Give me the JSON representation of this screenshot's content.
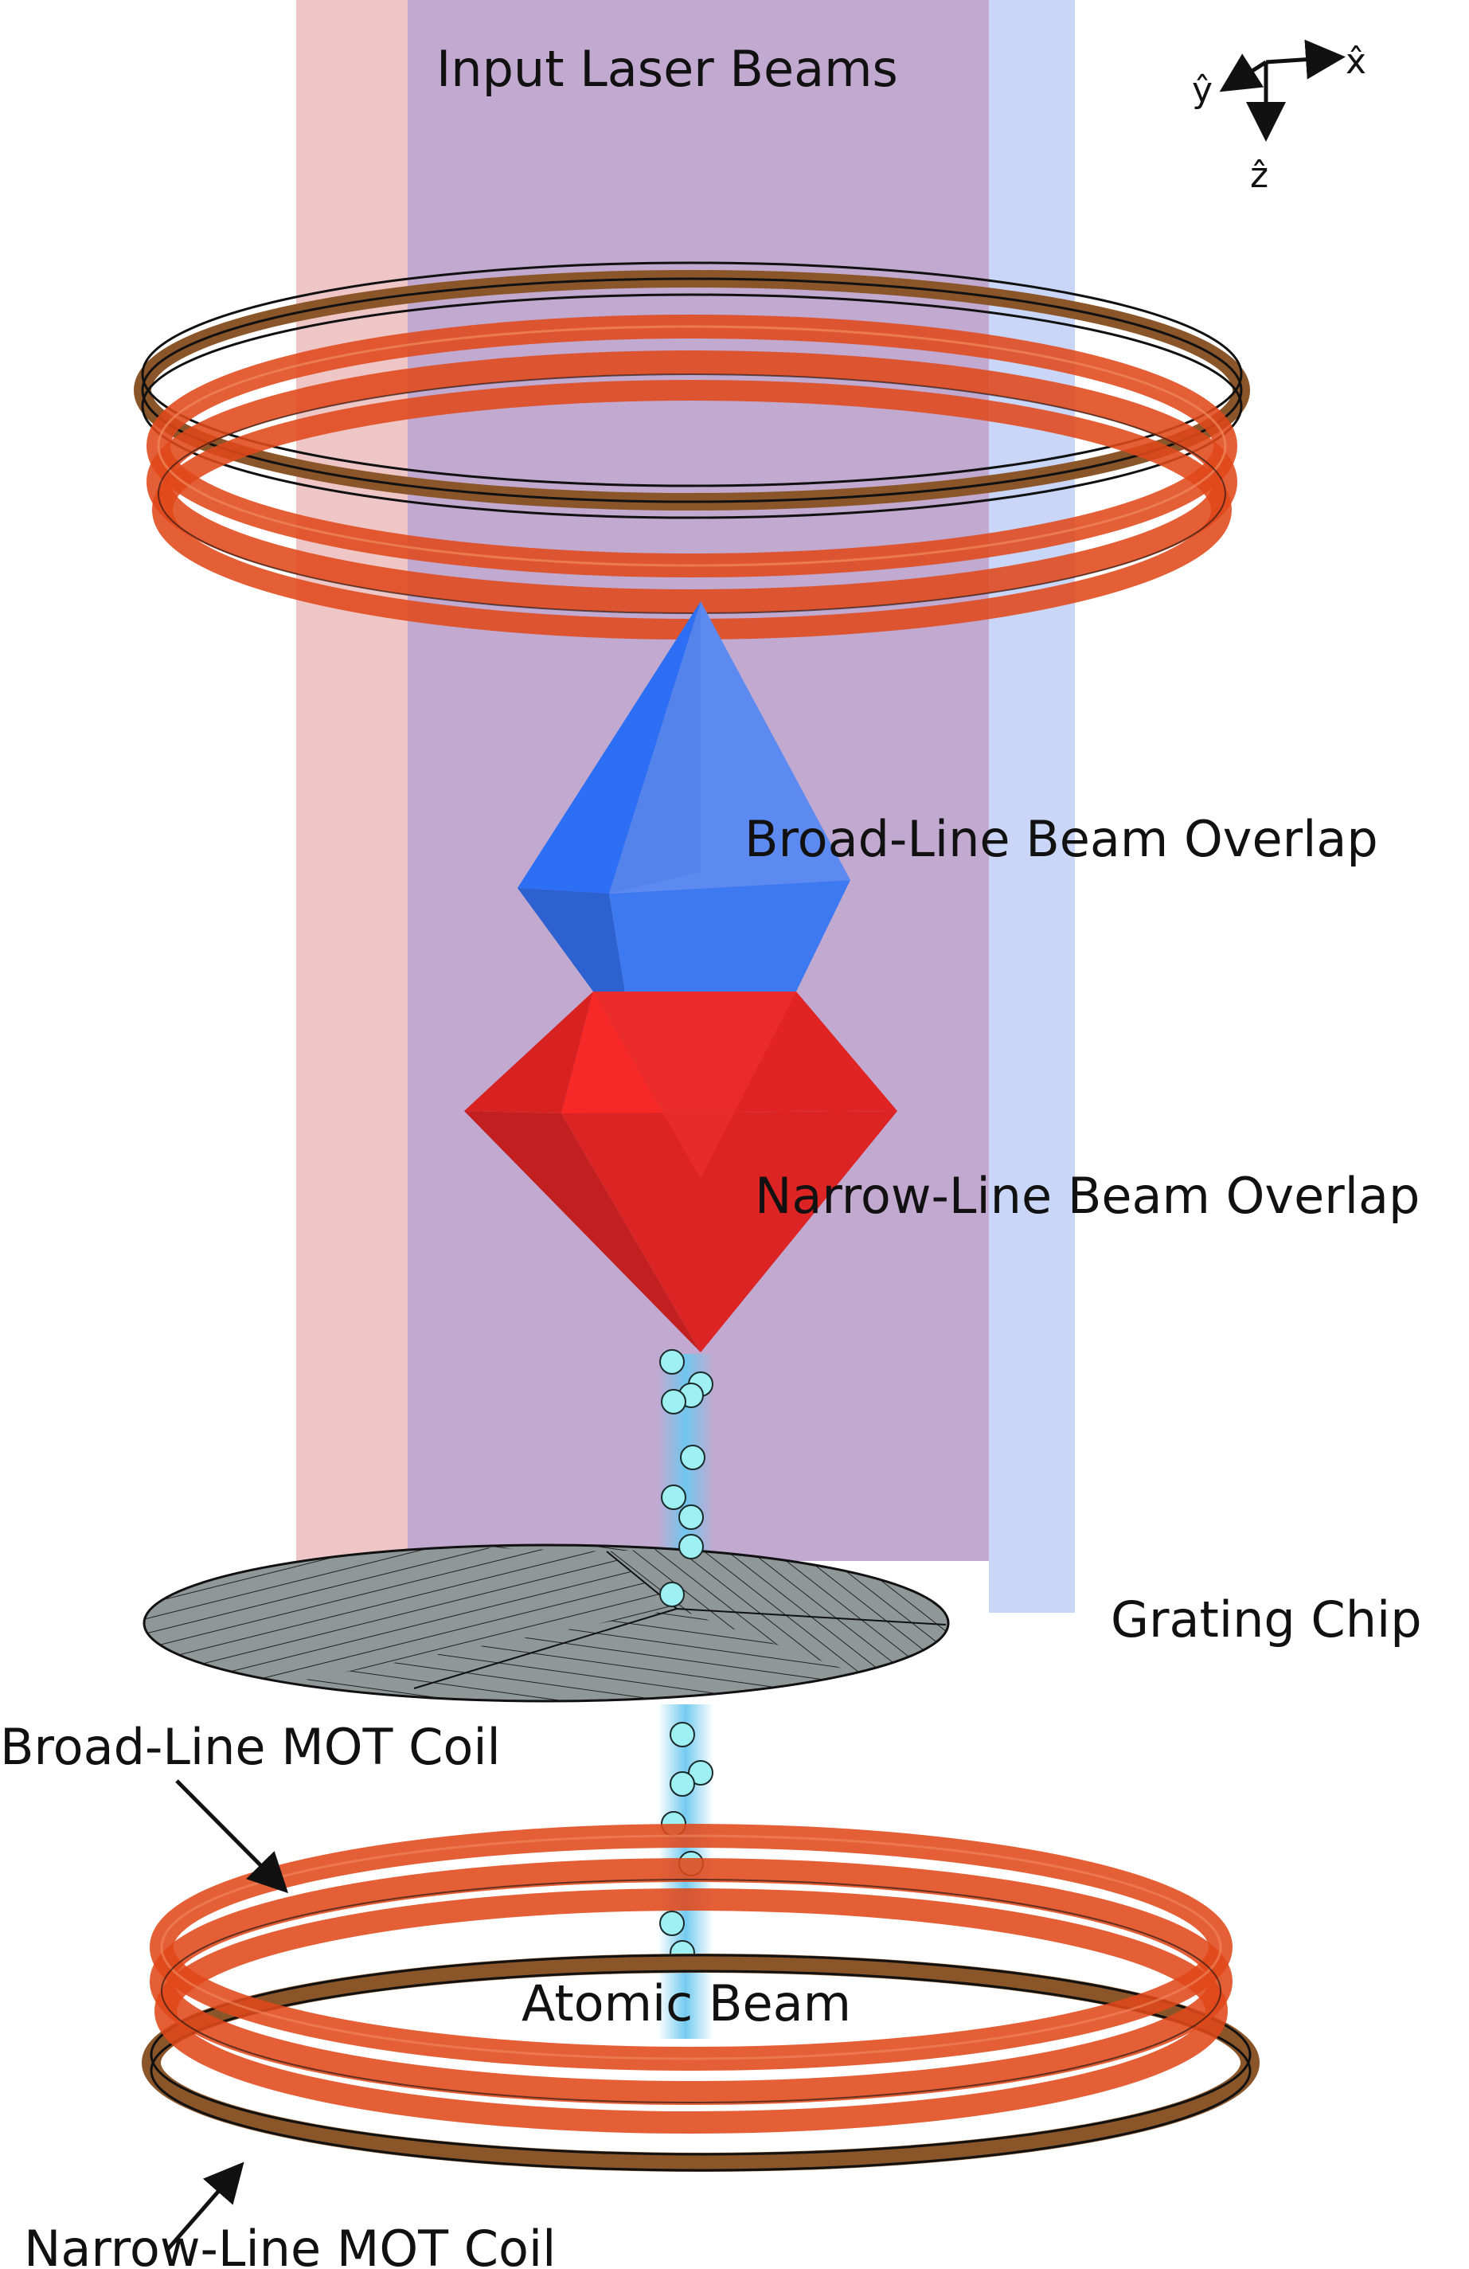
{
  "labels": {
    "input_beams": "Input Laser Beams",
    "broad_overlap": "Broad-Line Beam Overlap",
    "narrow_overlap": "Narrow-Line Beam Overlap",
    "grating_chip": "Grating Chip",
    "broad_coil": "Broad-Line MOT Coil",
    "atomic_beam": "Atomic Beam",
    "narrow_coil": "Narrow-Line MOT Coil"
  },
  "axes": {
    "x": "x̂",
    "y": "ŷ",
    "z": "ẑ"
  },
  "colors": {
    "red_beam": "#efc6c6",
    "blue_beam": "#cad6f7",
    "overlap_beam": "#c1a9d0",
    "broad_coil": "#e0481a",
    "narrow_coil": "#8a5529",
    "broad_overlap": "#2f73f0",
    "narrow_overlap": "#ee2222",
    "atoms": "#9ef0f2",
    "atomic_beam_glow": "#6cc8ef",
    "chip": "#8f9798"
  }
}
